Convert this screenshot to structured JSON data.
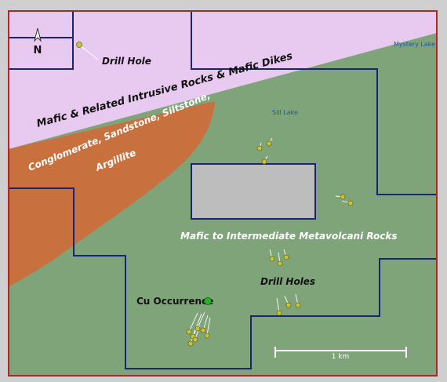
{
  "labels": {
    "drill_hole": "Drill Hole",
    "mafic_intrusive": "Mafic & Related Intrusive Rocks & Mafic Dikes",
    "conglomerate_line1": "Conglomerate, Sandstone, Siltstone,",
    "conglomerate_line2": "Argillite",
    "mafic_metavolcanic": "Mafic to Intermediate Metavolcani Rocks",
    "drill_holes": "Drill Holes",
    "cu_occurrence": "Cu Occurrence",
    "mystery_lake": "Mystery Lake",
    "sill_lake": "Sill Lake",
    "scale": "1 km",
    "north": "N"
  },
  "colors": {
    "green_unit": "#7fa479",
    "pink_unit": "#e8c9ef",
    "orange_unit": "#c8703e",
    "gray_block": "#bdbdbd",
    "claim_outline": "#1b2470",
    "frame": "#b22525",
    "drill_hole_marker": "#c9c437",
    "cu_marker": "#22b722",
    "lake_label": "#1f5a9c"
  }
}
